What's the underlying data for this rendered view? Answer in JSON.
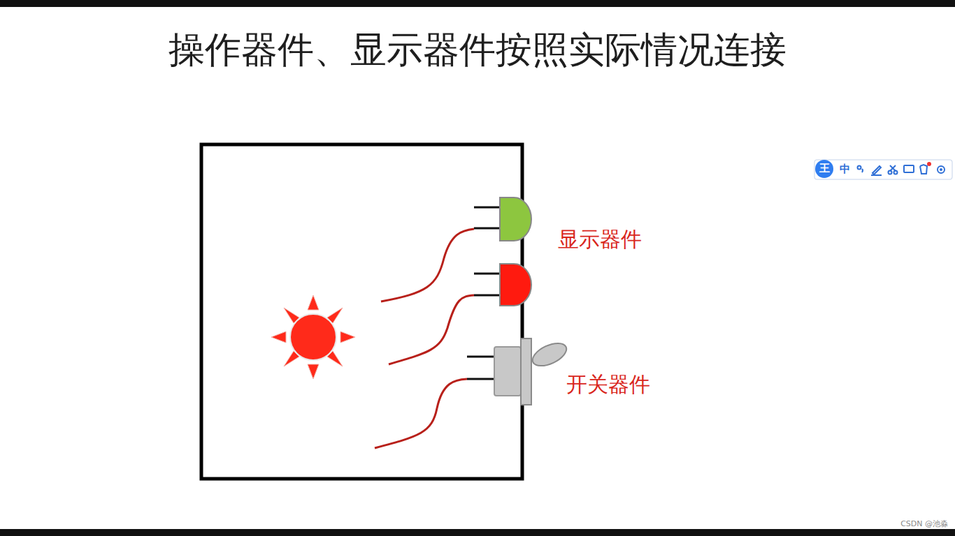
{
  "diagram": {
    "title": "操作器件、显示器件按照实际情况连接",
    "labels": [
      "显示器件",
      "开关器件",
      "王",
      "中",
      "CSDN @池淼"
    ]
  }
}
